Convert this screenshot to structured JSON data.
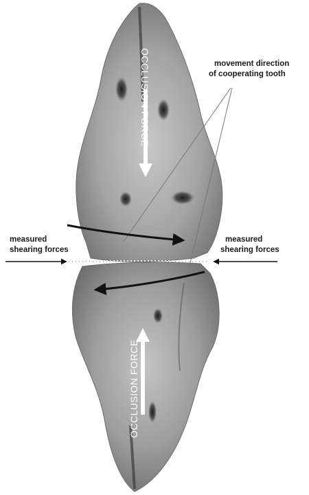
{
  "labels": {
    "top_right_line1": "movement direction",
    "top_right_line2": "of cooperating tooth",
    "left_line1": "measured",
    "left_line2": "shearing forces",
    "right_line1": "measured",
    "right_line2": "shearing forces",
    "occlusion_top": "OCCLUSION FORCE",
    "occlusion_bottom": "OCCLUSION FORCE"
  },
  "colors": {
    "background": "#ffffff",
    "tooth_dark": "#5a5a5a",
    "tooth_mid": "#8e8e8e",
    "tooth_light": "#c9c9c9",
    "arrow": "#111111",
    "force_arrow": "#ffffff"
  }
}
